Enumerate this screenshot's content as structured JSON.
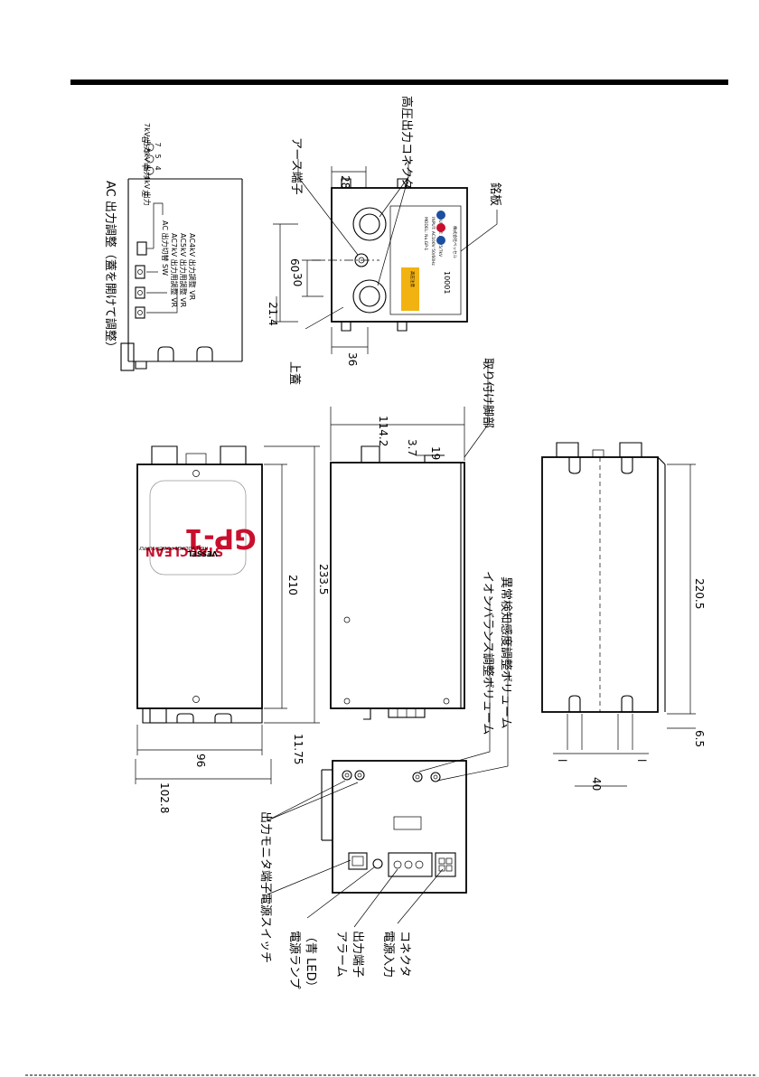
{
  "labels": {
    "ac_adjust": "AC 出力調整（蓋を開けて調整）",
    "left_4kv": "左",
    "left_4kv_out": "4kV 出力",
    "mid_5kv": "中",
    "mid_5kv_out": "5kV 出力",
    "right_7kv": "右",
    "right_7kv_out": "7kV 出力",
    "ac_output_switch": "AC 出力切替 SW",
    "ac7kv_vr": "AC7kV 出力用調整 VR",
    "ac5kv_vr": "AC5kV 出力用調整 VR",
    "ac4kv_vr": "AC4kV 出力調整 VR",
    "earth_terminal": "アース端子",
    "hv_connector": "高圧出力コネクタ",
    "nameplate": "銘板",
    "top_cover": "上蓋",
    "mounting_foot": "取り付け脚部",
    "ion_balance_vol": "イオンバランス調整ボリューム",
    "anomaly_vol": "異常検知感度調整ボリューム",
    "monitor_terminal": "出力モニタ端子",
    "power_switch": "電源スイッチ",
    "power_lamp_1": "電源ランプ",
    "power_lamp_2": "（青 LED）",
    "alarm_1": "アラーム",
    "alarm_2": "出力端子",
    "power_input_1": "電源入力",
    "power_input_2": "コネクタ"
  },
  "dimensions": {
    "d28": "28",
    "d60": "60",
    "d30": "30",
    "d21_4": "21.4",
    "d36": "36",
    "d114_2": "114.2",
    "d3_7": "3.7",
    "d19": "19",
    "d210": "210",
    "d233_5": "233.5",
    "d96": "96",
    "d102_8": "102.8",
    "d11_75": "11.75",
    "d220_5": "220.5",
    "d6_5": "6.5",
    "d40": "40",
    "dl_a": "l",
    "dl_b": "l"
  },
  "product": {
    "brand": "VESSEL",
    "series": "STAT-CLEAN",
    "subtitle": "HIGH VOLTAGE POWER SUPPLY",
    "model": "GP-1"
  },
  "plate": {
    "warning": "高圧注意",
    "model_line": "MODEL: No.GP-1",
    "input_line": "INPUT: AC100V 50/60Hz",
    "output_line": "OUTPUT: AC4/5/7kV",
    "serial": "10001",
    "maker": "株式会社ベッセル"
  }
}
